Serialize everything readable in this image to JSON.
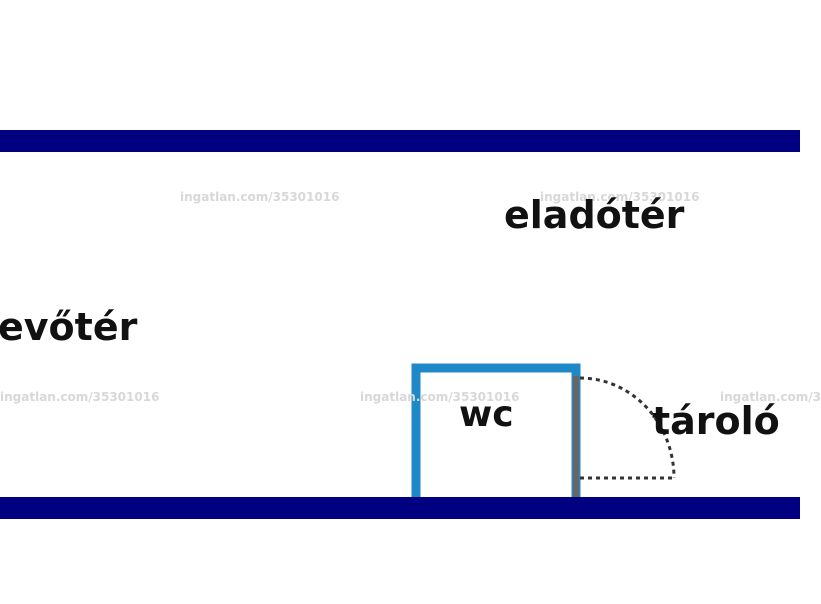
{
  "rooms": {
    "eladoter": "eladótér",
    "fogado": "evőtér",
    "wc": "wc",
    "tarolo": "tároló"
  },
  "watermark": {
    "text": "ingatlan.com/35301016",
    "text_cut": "ingatlan.com/3"
  },
  "colors": {
    "outer_wall": "#000080",
    "wc_wall": "#1e88c8",
    "door_line": "#333333",
    "partition": "#666666",
    "label": "#111111",
    "watermark": "#d8d8d8"
  }
}
